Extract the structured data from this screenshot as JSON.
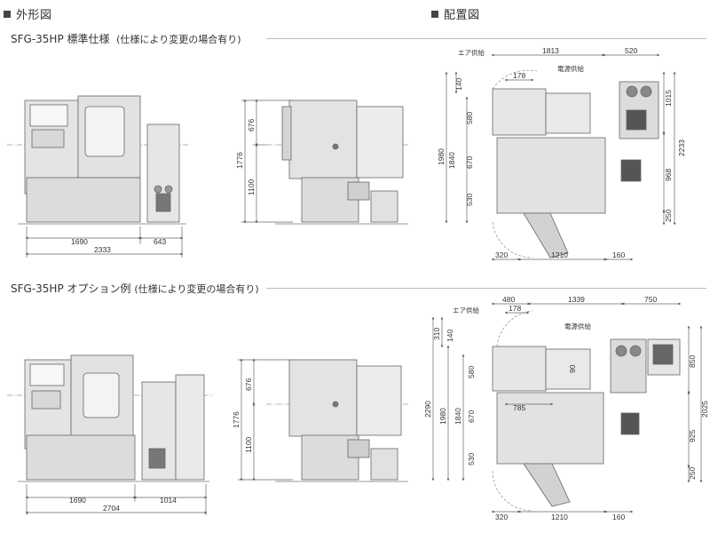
{
  "headers": {
    "outline": "外形図",
    "layout": "配置図"
  },
  "sections": [
    {
      "title": "SFG-35HP 標準仕様",
      "note": "(仕様により変更の場合有り)",
      "front": {
        "w1": "1690",
        "w2": "643",
        "total": "2333"
      },
      "side": {
        "h_total": "1776",
        "h_top": "676",
        "h_bottom": "1100"
      },
      "plan": {
        "air_label": "エア供給",
        "power_label": "電源供給",
        "top": [
          "1813",
          "520"
        ],
        "d178": "178",
        "d140": "140",
        "left_outer": "1980",
        "left_mid": "1840",
        "d580": "580",
        "d670": "670",
        "d530": "530",
        "right_outer": "2233",
        "r1015": "1015",
        "r968": "968",
        "r250": "250",
        "bottom": [
          "320",
          "1210",
          "160"
        ]
      }
    },
    {
      "title": "SFG-35HP オプション例",
      "note": "(仕様により変更の場合有り)",
      "front": {
        "w1": "1690",
        "w2": "1014",
        "total": "2704"
      },
      "side": {
        "h_total": "1776",
        "h_top": "676",
        "h_bottom": "1100"
      },
      "plan": {
        "air_label": "エア供給",
        "power_label": "電源供給",
        "top": [
          "480",
          "1339",
          "750"
        ],
        "d178": "178",
        "d140": "140",
        "d310": "310",
        "left_outer": "2290",
        "left_mid": "1980",
        "left_in": "1840",
        "d580": "580",
        "d670": "670",
        "d530": "530",
        "d785": "785",
        "d90": "90",
        "right_outer": "2025",
        "r850": "850",
        "r925": "925",
        "r250": "250",
        "bottom": [
          "320",
          "1210",
          "160"
        ]
      }
    }
  ]
}
